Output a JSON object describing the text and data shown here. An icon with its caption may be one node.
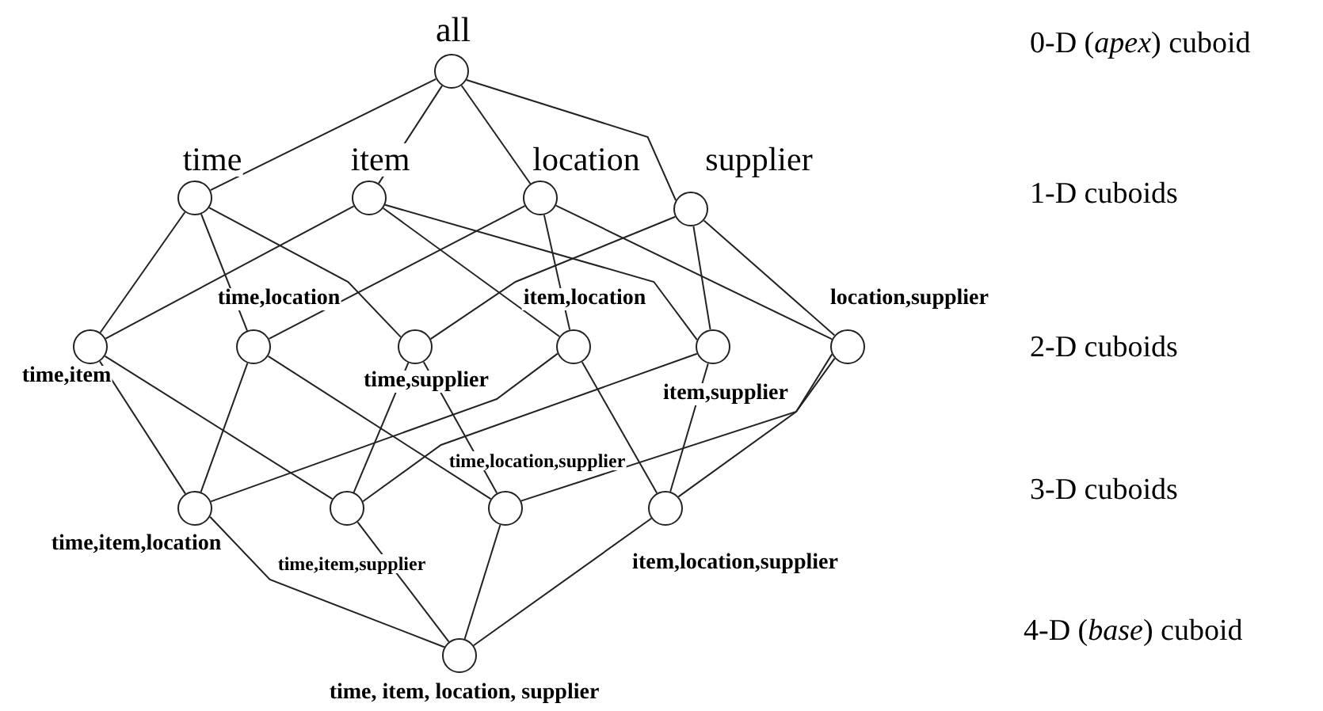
{
  "diagram": {
    "nodes": [
      {
        "text": [
          "all"
        ]
      },
      {
        "text": [
          "time"
        ]
      },
      {
        "text": [
          "item"
        ]
      },
      {
        "text": [
          "location"
        ]
      },
      {
        "text": [
          "supplier"
        ]
      },
      {
        "text": [
          "time,item"
        ]
      },
      {
        "text": [
          "time,location"
        ]
      },
      {
        "text": [
          "time,supplier"
        ]
      },
      {
        "text": [
          "item,location"
        ]
      },
      {
        "text": [
          "item,supplier"
        ]
      },
      {
        "text": [
          "location,supplier"
        ]
      },
      {
        "text": [
          "time,item,location"
        ]
      },
      {
        "text": [
          "time,item,supplier"
        ]
      },
      {
        "text": [
          "time,location,supplier"
        ]
      },
      {
        "text": [
          "item,location,supplier"
        ]
      },
      {
        "text": [
          "time, item, location, supplier"
        ]
      }
    ],
    "edges": [
      {
        "from": 0,
        "to": 1,
        "arrow": "none"
      },
      {
        "from": 0,
        "to": 2,
        "arrow": "none"
      },
      {
        "from": 0,
        "to": 3,
        "arrow": "none"
      },
      {
        "from": 0,
        "to": 4,
        "arrow": "none"
      },
      {
        "from": 1,
        "to": 5,
        "arrow": "none"
      },
      {
        "from": 1,
        "to": 6,
        "arrow": "none"
      },
      {
        "from": 1,
        "to": 7,
        "arrow": "none"
      },
      {
        "from": 2,
        "to": 5,
        "arrow": "none"
      },
      {
        "from": 2,
        "to": 8,
        "arrow": "none"
      },
      {
        "from": 2,
        "to": 9,
        "arrow": "none"
      },
      {
        "from": 3,
        "to": 6,
        "arrow": "none"
      },
      {
        "from": 3,
        "to": 8,
        "arrow": "none"
      },
      {
        "from": 3,
        "to": 10,
        "arrow": "none"
      },
      {
        "from": 4,
        "to": 7,
        "arrow": "none"
      },
      {
        "from": 4,
        "to": 9,
        "arrow": "none"
      },
      {
        "from": 4,
        "to": 10,
        "arrow": "none"
      },
      {
        "from": 5,
        "to": 11,
        "arrow": "none"
      },
      {
        "from": 6,
        "to": 11,
        "arrow": "none"
      },
      {
        "from": 8,
        "to": 11,
        "arrow": "none"
      },
      {
        "from": 5,
        "to": 12,
        "arrow": "none"
      },
      {
        "from": 7,
        "to": 12,
        "arrow": "none"
      },
      {
        "from": 9,
        "to": 12,
        "arrow": "none"
      },
      {
        "from": 6,
        "to": 13,
        "arrow": "none"
      },
      {
        "from": 7,
        "to": 13,
        "arrow": "none"
      },
      {
        "from": 10,
        "to": 13,
        "arrow": "none"
      },
      {
        "from": 8,
        "to": 14,
        "arrow": "none"
      },
      {
        "from": 9,
        "to": 14,
        "arrow": "none"
      },
      {
        "from": 10,
        "to": 14,
        "arrow": "none"
      },
      {
        "from": 11,
        "to": 15,
        "arrow": "none"
      },
      {
        "from": 12,
        "to": 15,
        "arrow": "none"
      },
      {
        "from": 13,
        "to": 15,
        "arrow": "none"
      },
      {
        "from": 14,
        "to": 15,
        "arrow": "none"
      }
    ],
    "labels": [
      "0-D (*apex*) cuboid",
      "1-D cuboids",
      "2-D cuboids",
      "3-D cuboids",
      "4-D (*base*) cuboid"
    ]
  }
}
